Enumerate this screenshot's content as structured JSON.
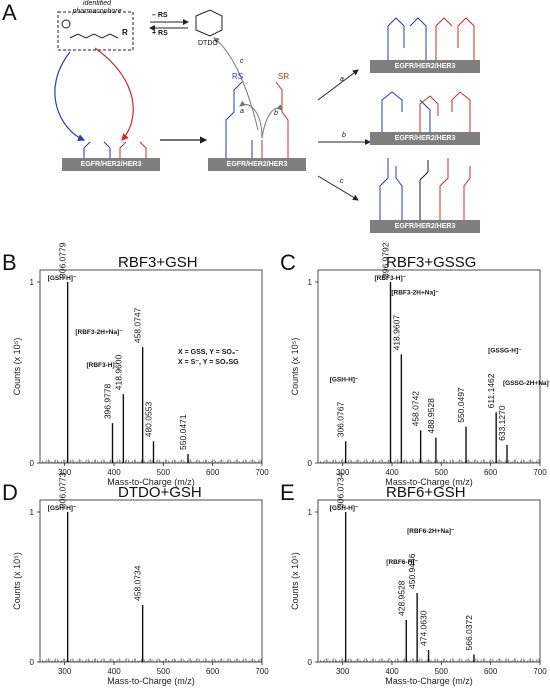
{
  "figure": {
    "panels": {
      "a": {
        "letter": "A",
        "pharmacophore_label": "identified\npharmacophore",
        "r_label": "R",
        "dtdo_label": "DTDO",
        "rs_minus": "– RS",
        "rs_plus": "+ RS",
        "rs_left": "RS",
        "sr_right": "SR",
        "protein_label": "EGFR/HER2/HER3",
        "arrow_a": "a",
        "arrow_b": "b",
        "arrow_c": "c"
      },
      "b": {
        "letter": "B",
        "title": "RBF3+GSH",
        "legend1": "X = GSS, Y = SO₃⁻",
        "legend2": "X = S⁻, Y = SO₂SG"
      },
      "c": {
        "letter": "C",
        "title": "RBF3+GSSG"
      },
      "d": {
        "letter": "D",
        "title": "DTDO+GSH"
      },
      "e": {
        "letter": "E",
        "title": "RBF6+GSH"
      }
    },
    "axis": {
      "xlabel": "Mass-to-Charge (m/z)",
      "ylabel": "Counts (x 10⁵)"
    }
  },
  "chart_data": [
    {
      "type": "bar",
      "title": "RBF3+GSH",
      "xlabel": "Mass-to-Charge (m/z)",
      "ylabel": "Counts (x 10⁵)",
      "xlim": [
        250,
        700
      ],
      "xticks": [
        "300",
        "400",
        "500",
        "600",
        "700"
      ],
      "yticks": [
        "0",
        "1"
      ],
      "peaks": [
        {
          "mz": 306.0779,
          "rel": 1.0,
          "label": "306.0779",
          "ion": "[GSH-H]⁻"
        },
        {
          "mz": 396.9778,
          "rel": 0.22,
          "label": "396.9778",
          "ion": "[RBF3-H]⁻"
        },
        {
          "mz": 418.96,
          "rel": 0.38,
          "label": "418.9600",
          "ion": "[RBF3-2H+Na]⁻"
        },
        {
          "mz": 458.0747,
          "rel": 0.64,
          "label": "458.0747",
          "ion": ""
        },
        {
          "mz": 480.0553,
          "rel": 0.12,
          "label": "480.0553",
          "ion": ""
        },
        {
          "mz": 550.0471,
          "rel": 0.05,
          "label": "550.0471",
          "ion": ""
        }
      ]
    },
    {
      "type": "bar",
      "title": "RBF3+GSSG",
      "xlabel": "Mass-to-Charge (m/z)",
      "ylabel": "Counts (x 10⁵)",
      "xlim": [
        250,
        700
      ],
      "xticks": [
        "300",
        "400",
        "500",
        "600",
        "700"
      ],
      "yticks": [
        "0",
        "1"
      ],
      "peaks": [
        {
          "mz": 306.0767,
          "rel": 0.12,
          "label": "306.0767",
          "ion": "[GSH-H]⁻"
        },
        {
          "mz": 396.9792,
          "rel": 1.0,
          "label": "396.9792",
          "ion": "[RBF3-H]⁻"
        },
        {
          "mz": 418.9607,
          "rel": 0.6,
          "label": "418.9607",
          "ion": "[RBF3-2H+Na]⁻"
        },
        {
          "mz": 458.0742,
          "rel": 0.18,
          "label": "458.0742",
          "ion": ""
        },
        {
          "mz": 488.9528,
          "rel": 0.14,
          "label": "488.9528",
          "ion": ""
        },
        {
          "mz": 550.0497,
          "rel": 0.2,
          "label": "550.0497",
          "ion": ""
        },
        {
          "mz": 611.1462,
          "rel": 0.28,
          "label": "611.1462",
          "ion": "[GSSG-H]⁻"
        },
        {
          "mz": 633.127,
          "rel": 0.1,
          "label": "633.1270",
          "ion": "[GSSG-2H+Na]⁻"
        }
      ]
    },
    {
      "type": "bar",
      "title": "DTDO+GSH",
      "xlabel": "Mass-to-Charge (m/z)",
      "ylabel": "Counts (x 10⁵)",
      "xlim": [
        250,
        700
      ],
      "xticks": [
        "300",
        "400",
        "500",
        "600",
        "700"
      ],
      "yticks": [
        "0",
        "1"
      ],
      "peaks": [
        {
          "mz": 306.0773,
          "rel": 1.0,
          "label": "306.0773",
          "ion": "[GSH-H]⁻"
        },
        {
          "mz": 458.0734,
          "rel": 0.38,
          "label": "458.0734",
          "ion": ""
        }
      ]
    },
    {
      "type": "bar",
      "title": "RBF6+GSH",
      "xlabel": "Mass-to-Charge (m/z)",
      "ylabel": "Counts (x 10⁵)",
      "xlim": [
        250,
        700
      ],
      "xticks": [
        "300",
        "400",
        "500",
        "600",
        "700"
      ],
      "yticks": [
        "0",
        "1"
      ],
      "peaks": [
        {
          "mz": 306.0734,
          "rel": 1.0,
          "label": "306.0734",
          "ion": "[GSH-H]⁻"
        },
        {
          "mz": 428.9528,
          "rel": 0.28,
          "label": "428.9528",
          "ion": "[RBF6-H]⁻"
        },
        {
          "mz": 450.9446,
          "rel": 0.46,
          "label": "450.9446",
          "ion": "[RBF6-2H+Na]⁻"
        },
        {
          "mz": 474.063,
          "rel": 0.08,
          "label": "474.0630",
          "ion": ""
        },
        {
          "mz": 566.0372,
          "rel": 0.05,
          "label": "566.0372",
          "ion": ""
        }
      ]
    }
  ]
}
